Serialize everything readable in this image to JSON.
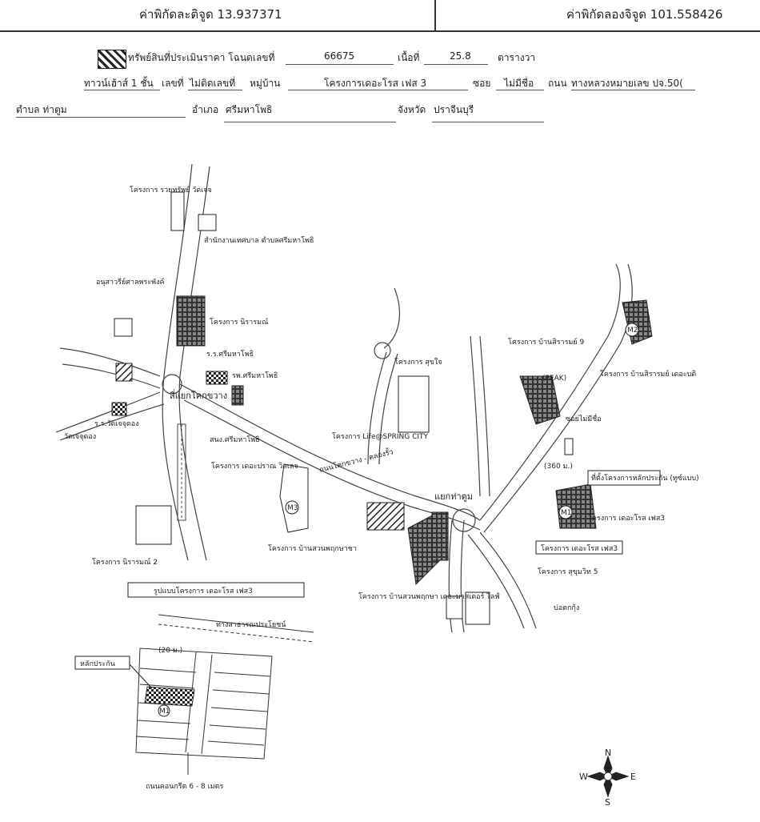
{
  "header": {
    "latitude_text": "ค่าพิกัดละติจูด 13.937371",
    "longitude_text": "ค่าพิกัดลองจิจูด 101.558426"
  },
  "form": {
    "row1": {
      "legend_label": "ทรัพย์สินที่ประเมินราคา โฉนดเลขที่",
      "deed_no": "66675",
      "area_label": "เนื้อที่",
      "area_value": "25.8",
      "area_unit": "ตารางวา"
    },
    "row2": {
      "type": "ทาวน์เฮ้าส์ 1 ชั้น",
      "house_no_label": "เลขที่",
      "house_no": "ไม่ติดเลขที่",
      "moo_label": "หมู่บ้าน",
      "village": "โครงการเดอะโรส เฟส 3",
      "soi_label": "ซอย",
      "soi": "ไม่มีชื่อ",
      "road_label": "ถนน",
      "road": "ทางหลวงหมายเลข ปจ.50("
    },
    "row3": {
      "tambon": "ตำบล ท่าตูม",
      "amphoe_label": "อำเภอ",
      "amphoe": "ศรีมหาโพธิ",
      "province_label": "จังหวัด",
      "province": "ปราจีนบุรี"
    }
  },
  "map_labels": {
    "proj_ruaysap": "โครงการ รวยทรัพย์ วัดเจจ",
    "sao": "สำนักงานเทศบาล ตำบลศรีมหาโพธิ",
    "monument": "อนุสาวรีย์ศาลพระพังค์",
    "proj_niratmahn": "โครงการ นิรารมณ์",
    "school": "ร.ร.ศรีมหาโพธิ",
    "hospital": "รพ.ศรีมหาโพธิ",
    "intersection_kok": "สี่แยกโคกขวาง",
    "school_wat": "ร.ร.วัดเจจุดอง",
    "wat": "วัดเจจุดอง",
    "district_office": "สนง.ศรีมหาโพธิ",
    "proj_deprachom": "โครงการ เดอะปราณ วิลเลจ",
    "proj_suanphu": "โครงการ บ้านสวนพฤกษาชา",
    "proj_niratmahn2": "โครงการ นิรารมณ์ 2",
    "proj_sukjai": "โครงการ สุขใจ",
    "spring": "โครงการ Life@SPRING CITY",
    "intersection_thatum": "แยกท่าตูม",
    "proj_sirarom9": "โครงการ บ้านสิรารมย์ 9",
    "peak": "(PEAK)",
    "proj_sirarom_daebot": "โครงการ บ้านสิรารมย์ เดอะบดิ",
    "soi_nomane": "ซอยไม่มีชื่อ",
    "dist_360": "(360 ม.)",
    "target_label": "ที่ตั้งโครงการหลักประกัน (ทูซ์แบบ)",
    "proj_rose3": "โครงการ เดอะโรส เฟส3",
    "proj_rose3_box": "โครงการ เดอะโรส เฟส3",
    "proj_sukhumvit5": "โครงการ สุขุมวิท 5",
    "boksak": "บ่อตกกุ้ง",
    "proj_suan_master": "โครงการ บ้านสวนพฤกษา เดอะมาสเตอร์ ไลฟ์",
    "road_main": "ถนนโคกขวาง - คลองรั้ว",
    "layout_title": "รูปแบบโครงการ เดอะโรส เฟส3",
    "public_road": "ทางสาธารณประโยชน์",
    "dist_20": "(20 ม.)",
    "collateral_label": "หลักประกัน",
    "concrete_road": "ถนนคอนกรีต 6 - 8 เมตร",
    "m1": "M1",
    "m2": "M2",
    "m3": "M3"
  },
  "compass": {
    "n": "N",
    "s": "S",
    "e": "E",
    "w": "W"
  }
}
